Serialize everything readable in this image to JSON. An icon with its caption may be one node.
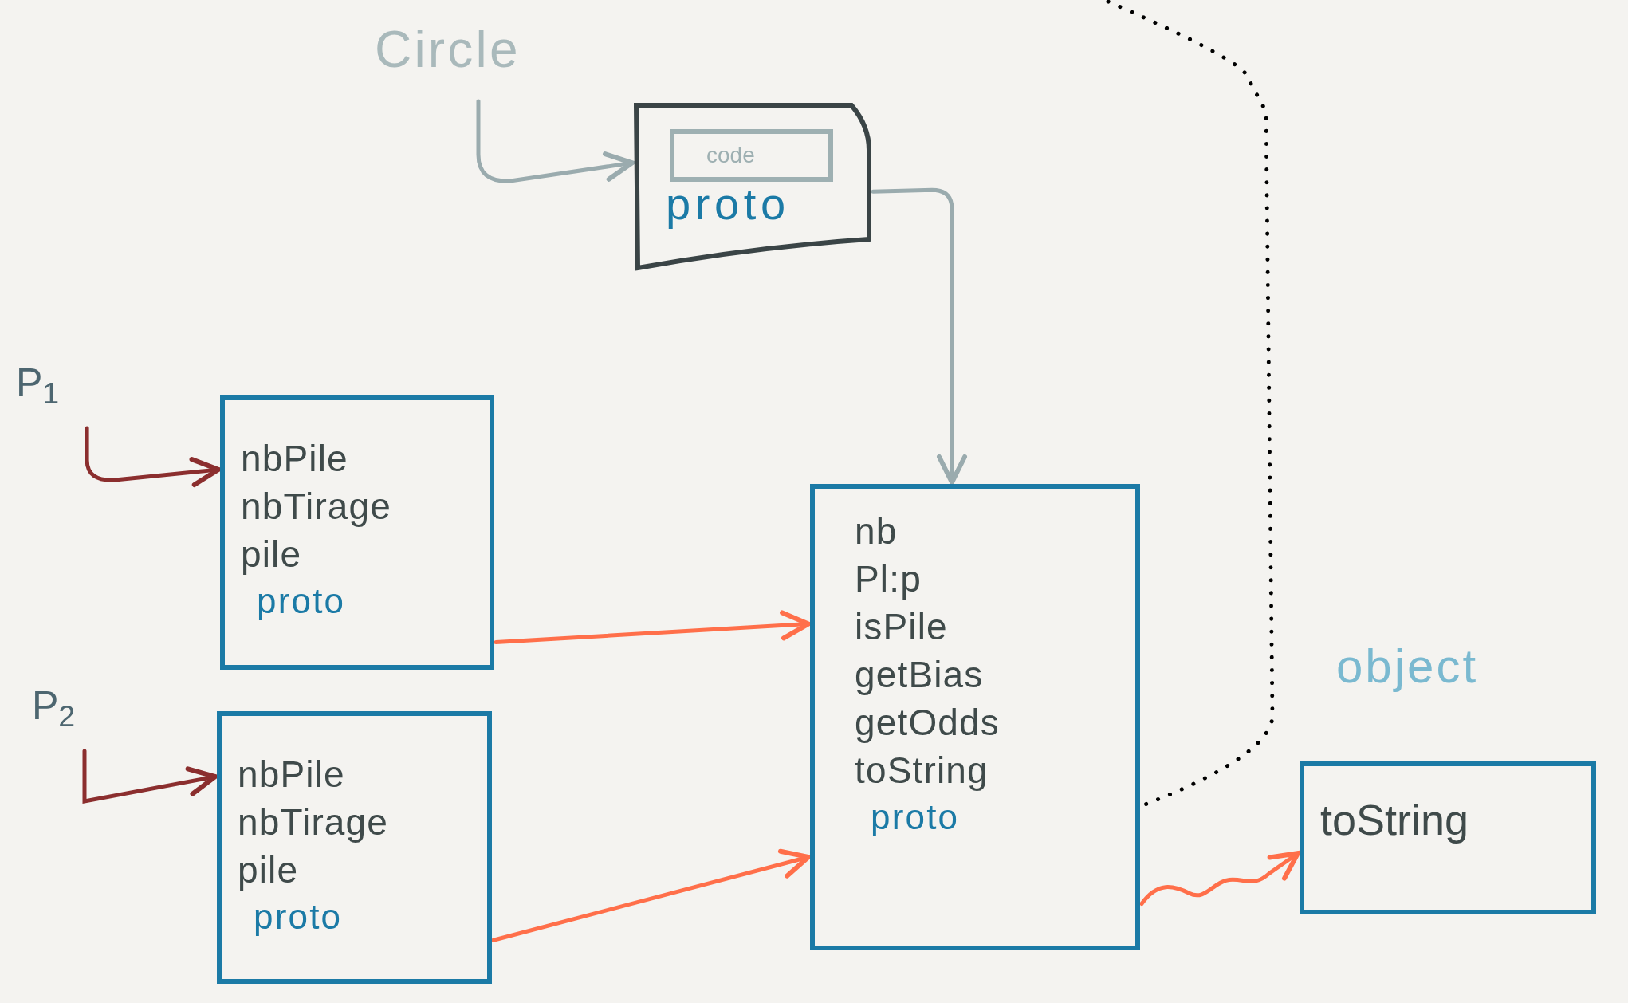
{
  "diagram": {
    "nodes": [
      {
        "text": [
          "Circle"
        ]
      },
      {
        "text": [
          "proto"
        ]
      },
      {
        "text": [
          "code"
        ],
        "in": 1
      },
      {
        "text": [
          "P$_{1}$"
        ]
      },
      {
        "text": [
          "nbPile",
          "nbTirage",
          "pile",
          "proto"
        ]
      },
      {
        "text": [
          "P$_{2}$"
        ]
      },
      {
        "text": [
          "nbPile",
          "nbTirage",
          "pile",
          "proto"
        ]
      },
      {
        "text": [
          "nb",
          "Pl:p",
          "isPile",
          "getBias",
          "getOdds",
          "toString",
          "proto"
        ]
      },
      {
        "text": [
          "object",
          "toString"
        ]
      }
    ],
    "edges": [
      {
        "from": 0,
        "to": 1,
        "arrow": "to",
        "color": "#9aabae"
      },
      {
        "from": 1,
        "to": 7,
        "arrow": "to",
        "color": "#9aabae"
      },
      {
        "from": 3,
        "to": 4,
        "arrow": "to",
        "color": "#8b2e2e"
      },
      {
        "from": 5,
        "to": 6,
        "arrow": "to",
        "color": "#8b2e2e"
      },
      {
        "from": 4,
        "to": 7,
        "arrow": "to"
      },
      {
        "from": 6,
        "to": 7,
        "arrow": "to"
      },
      {
        "from": 7,
        "to": 8,
        "arrow": "to"
      },
      {
        "from": null,
        "to": 7,
        "arrow": "none",
        "style": "dashed",
        "color": "#000000"
      }
    ]
  }
}
